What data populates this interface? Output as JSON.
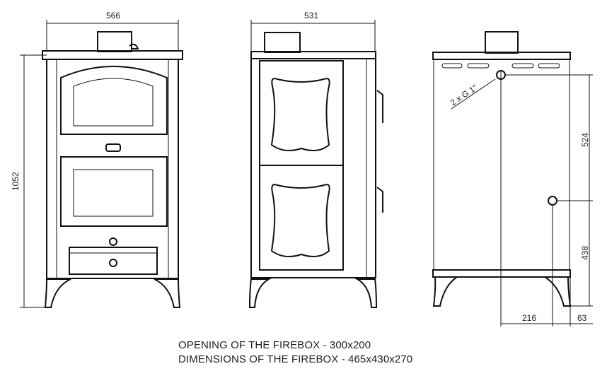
{
  "dimensions": {
    "front_width": "566",
    "side_width": "531",
    "height": "1052",
    "upper_connection_height": "524",
    "lower_connection_height": "438",
    "connection_offset": "216",
    "back_offset": "63",
    "connection_label": "2 x G 1\""
  },
  "captions": {
    "opening": "OPENING OF THE FIREBOX - 300x200",
    "dimensions": "DIMENSIONS OF THE FIREBOX - 465x430x270"
  }
}
